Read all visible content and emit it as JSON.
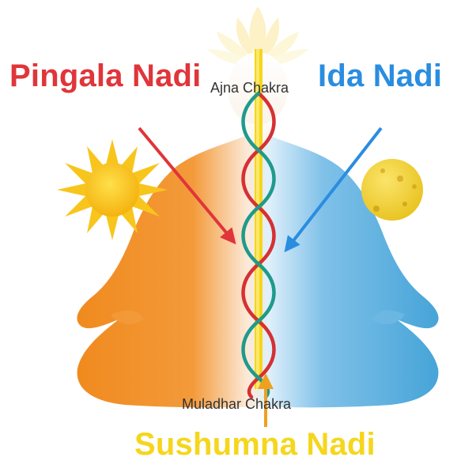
{
  "labels": {
    "pingala": "Pingala Nadi",
    "ida": "Ida Nadi",
    "sushumna": "Sushumna Nadi",
    "ajna": "Ajna Chakra",
    "muladhar": "Muladhar Chakra"
  },
  "colors": {
    "pingala": "#e0353a",
    "ida": "#2a8de0",
    "sushumna": "#f5d61c",
    "body_warm": "#f08a1e",
    "body_cool": "#46a4d8",
    "sun": "#f7c41a",
    "moon": "#f2d53a",
    "channel_teal": "#1f9a8c"
  },
  "icons": {
    "sun": "sun-icon",
    "moon": "moon-icon",
    "lotus": "lotus-icon"
  }
}
